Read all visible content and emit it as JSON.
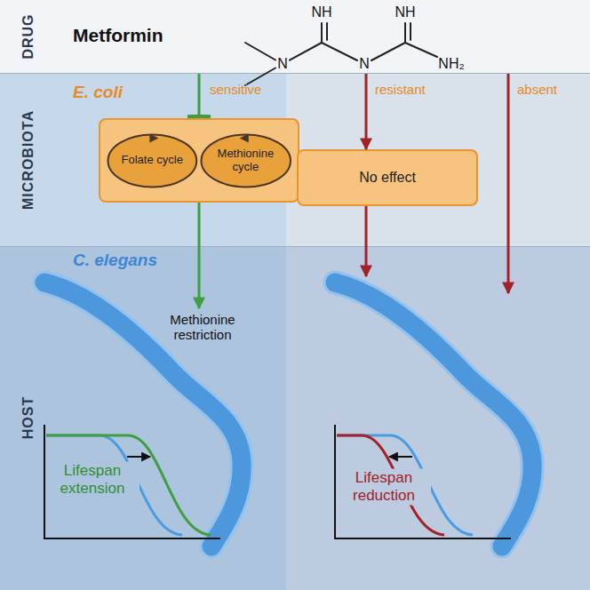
{
  "diagram": {
    "nodes": [
      {
        "text": [
          "DRUG",
          "Metformin"
        ]
      },
      {
        "text": [
          "MICROBIOTA",
          "E. coli"
        ]
      },
      {
        "text": [],
        "in": 1
      },
      {
        "text": [
          "Folate cycle"
        ],
        "in": 2
      },
      {
        "text": [
          "Methionine cycle"
        ],
        "in": 2
      },
      {
        "text": [
          "No effect"
        ],
        "in": 1
      },
      {
        "text": [
          "HOST",
          "C. elegans"
        ]
      }
    ],
    "edges": [
      {
        "from": 0,
        "to": 2,
        "label": "sensitive",
        "arrow": "to"
      },
      {
        "from": 2,
        "to": 6,
        "arrow": "to"
      },
      {
        "from": 0,
        "to": 5,
        "label": "resistant",
        "arrow": "to"
      },
      {
        "from": 5,
        "to": 6,
        "arrow": "to"
      },
      {
        "from": 0,
        "to": 6,
        "label": "absent",
        "arrow": "to"
      }
    ],
    "labels": [
      "N",
      "NH",
      "N",
      "NH",
      "NH₂",
      "Methionine restriction",
      "Lifespan extension",
      "Lifespan reduction"
    ]
  }
}
